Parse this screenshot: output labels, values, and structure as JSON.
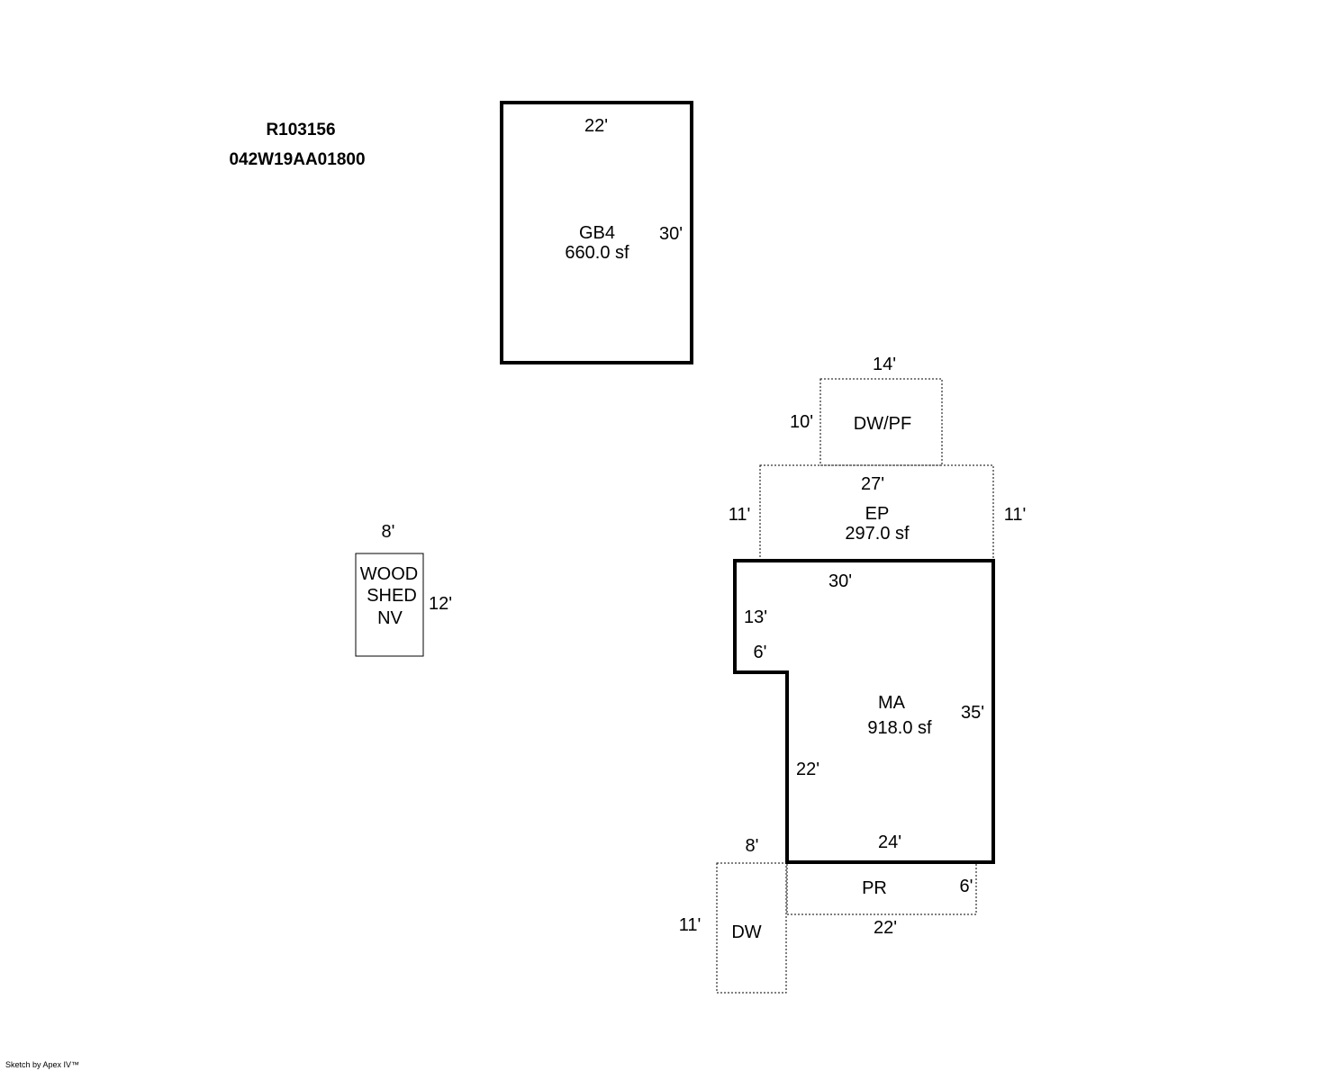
{
  "header": {
    "id": "R103156",
    "parcel": "042W19AA01800"
  },
  "garage": {
    "code": "GB4",
    "area": "660.0 sf",
    "width": "22'",
    "depth": "30'"
  },
  "wood_shed": {
    "line1": "WOOD",
    "line2": "SHED",
    "line3": "NV",
    "width": "8'",
    "depth": "12'"
  },
  "deck_top": {
    "code": "DW/PF",
    "width": "14'",
    "depth": "10'"
  },
  "enclosed_porch": {
    "code": "EP",
    "area": "297.0 sf",
    "width": "27'",
    "left_depth": "11'",
    "right_depth": "11'"
  },
  "main_area": {
    "code": "MA",
    "area": "918.0 sf",
    "top": "30'",
    "left_upper": "13'",
    "notch": "6'",
    "left_lower": "22'",
    "right": "35'",
    "bottom": "24'"
  },
  "porch_rear": {
    "code": "PR",
    "depth": "6'",
    "width": "22'"
  },
  "driveway": {
    "code": "DW",
    "width": "8'",
    "depth": "11'"
  },
  "footer": {
    "credit": "Sketch by Apex IV™"
  }
}
